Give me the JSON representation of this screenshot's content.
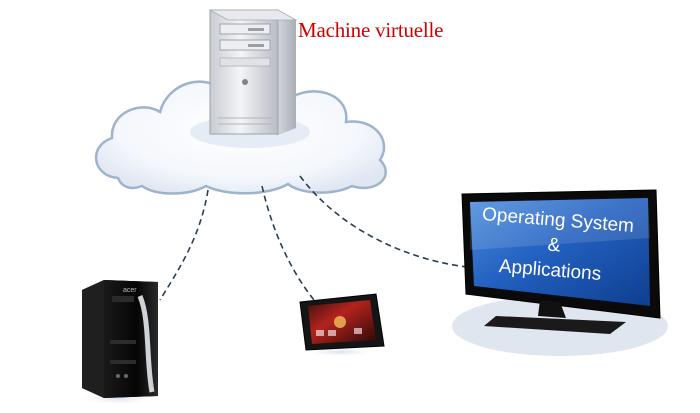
{
  "vm_label": "Machine virtuelle",
  "screen": {
    "line1": "Operating System",
    "line2": "&",
    "line3": "Applications"
  },
  "tower_brand": "acer",
  "colors": {
    "vm_label": "#d40000",
    "connector": "#2a3f4f",
    "cloud_stroke": "#9fb3cc",
    "screen_blue": "#1f5fb8"
  },
  "icons": [
    "cloud-icon",
    "server-icon",
    "desktop-tower-icon",
    "tablet-icon",
    "monitor-icon"
  ]
}
